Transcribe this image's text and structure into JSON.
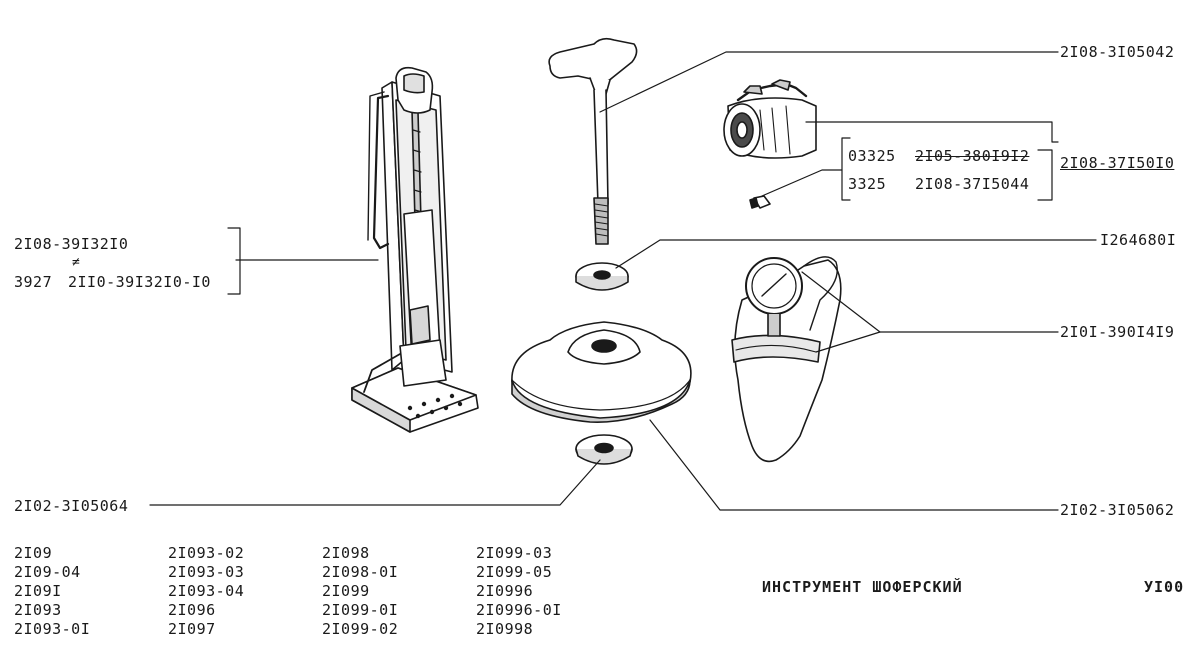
{
  "labels": {
    "tbar_wrench": "2I08-3I05042",
    "lamp_assembly": "2I08-37I50I0",
    "lamp_sub_1_code": "03325",
    "lamp_sub_1_part": "2I05-380I9I2",
    "lamp_sub_2_code": "3325",
    "lamp_sub_2_part": "2I08-37I5044",
    "washer_top": "I264680I",
    "pressure_gauge": "2I0I-390I4I9",
    "washer_bottom": "2I02-3I05064",
    "jack_pad": "2I02-3I05062",
    "jack_main": "2I08-39I32I0",
    "jack_neq": "≠",
    "jack_alt_code": "3927",
    "jack_alt_part": "2II0-39I32I0-I0"
  },
  "models": {
    "col1": [
      "2I09",
      "2I09-04",
      "2I09I",
      "2I093",
      "2I093-0I"
    ],
    "col2": [
      "2I093-02",
      "2I093-03",
      "2I093-04",
      "2I096",
      "2I097"
    ],
    "col3": [
      "2I098",
      "2I098-0I",
      "2I099",
      "2I099-0I",
      "2I099-02"
    ],
    "col4": [
      "2I099-03",
      "2I099-05",
      "2I0996",
      "2I0996-0I",
      "2I0998"
    ]
  },
  "title": "ИНСТРУМЕНТ ШОФЕРСКИЙ",
  "page_code": "УI00"
}
